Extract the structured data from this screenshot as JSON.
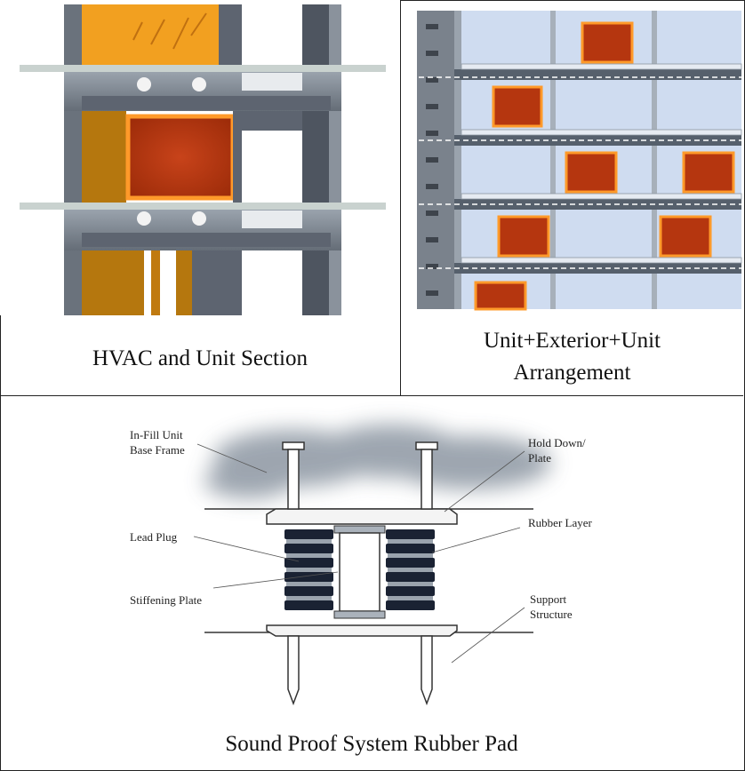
{
  "panels": {
    "hvac": {
      "caption": "HVAC and Unit Section"
    },
    "arrangement": {
      "caption_line1": "Unit+Exterior+Unit",
      "caption_line2": "Arrangement"
    },
    "rubber_pad": {
      "caption": "Sound Proof System Rubber Pad",
      "labels": {
        "infill_line1": "In-Fill Unit",
        "infill_line2": "Base Frame",
        "hold_line1": "Hold Down/",
        "hold_line2": "Plate",
        "rubber_layer": "Rubber Layer",
        "lead_plug": "Lead Plug",
        "stiffening_plate": "Stiffening Plate",
        "support_line1": "Support",
        "support_line2": "Structure"
      }
    }
  },
  "colors": {
    "unit_fill": "#b5360f",
    "unit_border": "#ff9a2a",
    "hvac_orange": "#f2a020",
    "steel": "#5d6470",
    "slab": "#c9d2cf",
    "glass": "#cfdcf0",
    "rubber": "#1a2233"
  }
}
